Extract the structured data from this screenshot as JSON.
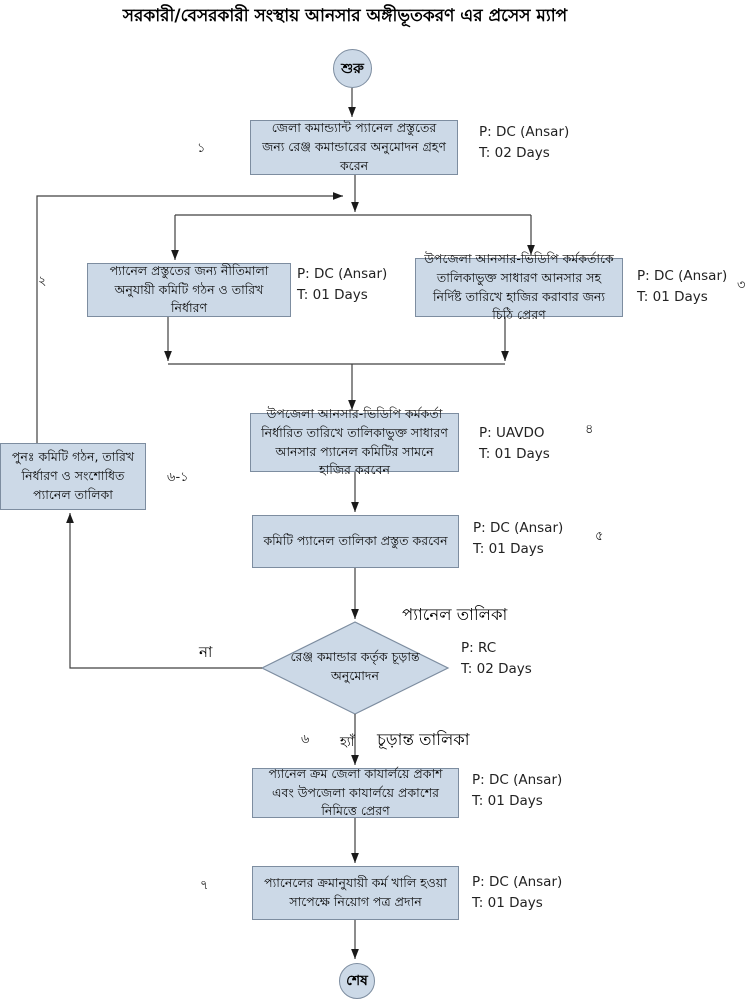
{
  "title": "সরকারী/বেসরকারী সংস্থায় আনসার অঙ্গীভূতকরণ এর প্রসেস ম্যাপ",
  "colors": {
    "node_fill": "#ccd9e7",
    "node_border": "#7d8da0",
    "line": "#404040"
  },
  "terminals": {
    "start": "শুরু",
    "end": "শেষ"
  },
  "boxes": [
    {
      "num": "১",
      "text": "জেলা কমান্ড্যান্ট প্যানেল প্রস্তুতের জন্য রেঞ্জ কমান্ডারের অনুমোদন গ্রহণ করেন",
      "p": "P: DC (Ansar)",
      "t": "T: 02 Days"
    },
    {
      "num": "২",
      "text": "প্যানেল প্রস্তুতের জন্য নীতিমালা অনুযায়ী কমিটি গঠন ও তারিখ নির্ধারণ",
      "p": "P: DC (Ansar)",
      "t": "T: 01 Days"
    },
    {
      "num": "৩",
      "text": "উপজেলা আনসার-ভিডিপি কর্মকর্তাকে তালিকাভুক্ত সাধারণ আনসার সহ নির্দিষ্ট তারিখে হাজির করাবার জন্য চিঠি প্রেরণ",
      "p": "P: DC (Ansar)",
      "t": "T: 01 Days"
    },
    {
      "num": "৪",
      "text": "উপজেলা আনসার-ভিডিপি কর্মকর্তা নির্ধারিত তারিখে তালিকাভুক্ত সাধারণ আনসার প্যানেল কমিটির সামনে হাজির করবেন",
      "p": "P: UAVDO",
      "t": "T: 01 Days"
    },
    {
      "num": "৫",
      "text": "কমিটি প্যানেল তালিকা প্রস্তুত করবেন",
      "p": "P: DC (Ansar)",
      "t": "T: 01 Days"
    },
    {
      "num": "",
      "text": "প্যানেল ক্রম জেলা কাযার্লয়ে প্রকাশ এবং উপজেলা কাযার্লয়ে প্রকাশের নিমিত্তে প্রেরণ",
      "p": "P: DC (Ansar)",
      "t": "T: 01 Days"
    },
    {
      "num": "৭",
      "text": "প্যানেলের ক্রমানুযায়ী কর্ম খালি হওয়া সাপেক্ষে নিয়োগ পত্র প্রদান",
      "p": "P: DC (Ansar)",
      "t": "T: 01 Days"
    }
  ],
  "decision": {
    "num": "৬",
    "text": "রেঞ্জ কমান্ডার কর্তৃক চূড়ান্ত অনুমোদন",
    "p": "P: RC",
    "t": "T: 02 Days"
  },
  "rework": {
    "num": "৬-১",
    "text": "পুনঃ  কমিটি গঠন, তারিখ নির্ধারণ ও সংশোধিত প্যানেল তালিকা"
  },
  "edge_labels": {
    "panel_list": "প্যানেল তালিকা",
    "no": "না",
    "yes": "হ্যাঁ",
    "final_list": "চূড়ান্ত তালিকা"
  }
}
